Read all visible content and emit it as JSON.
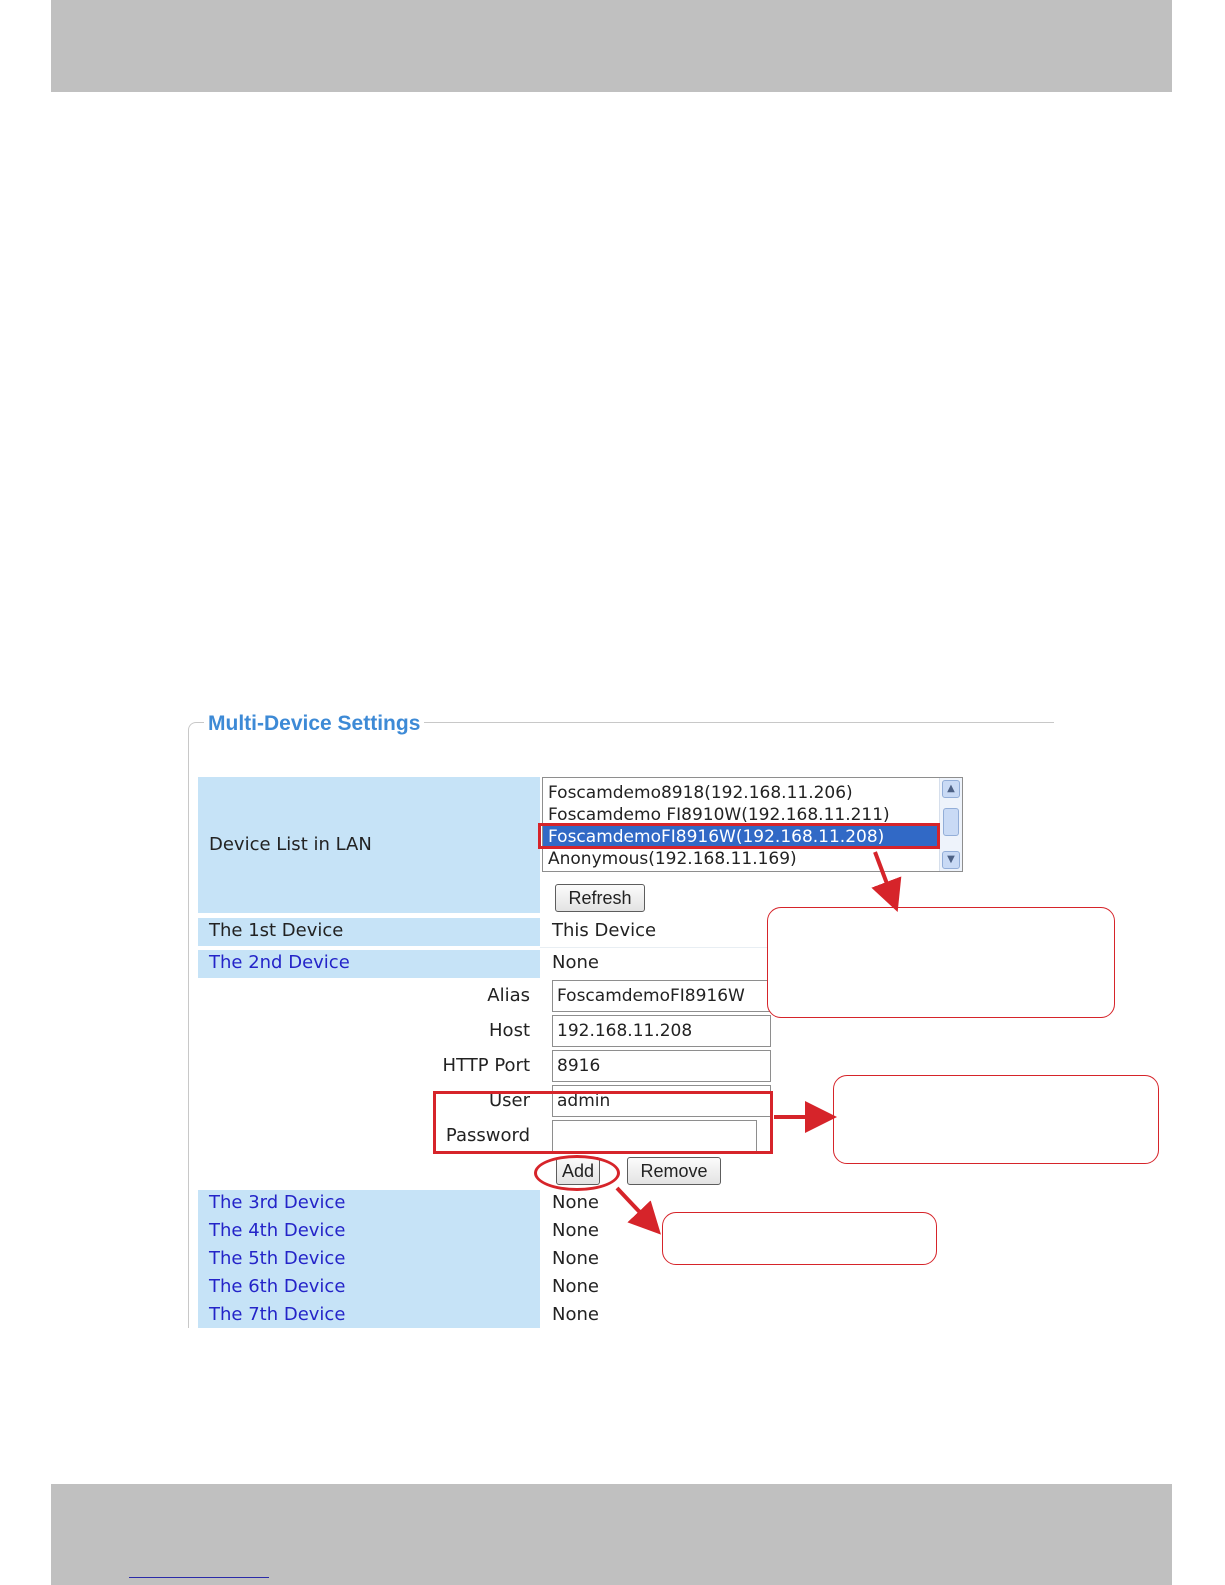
{
  "panel": {
    "title": "Multi-Device Settings"
  },
  "device_list": {
    "label": "Device List in LAN",
    "options": [
      "Foscamdemo8918(192.168.11.206)",
      "Foscamdemo FI8910W(192.168.11.211)",
      "FoscamdemoFI8916W(192.168.11.208)",
      "Anonymous(192.168.11.169)"
    ],
    "selected_index": 2,
    "refresh_label": "Refresh"
  },
  "devices": [
    {
      "label": "The 1st Device",
      "value": "This Device"
    },
    {
      "label": "The 2nd Device",
      "value": "None"
    },
    {
      "label": "The 3rd Device",
      "value": "None"
    },
    {
      "label": "The 4th Device",
      "value": "None"
    },
    {
      "label": "The 5th Device",
      "value": "None"
    },
    {
      "label": "The 6th Device",
      "value": "None"
    },
    {
      "label": "The 7th Device",
      "value": "None"
    }
  ],
  "form": {
    "alias_label": "Alias",
    "alias_value": "FoscamdemoFI8916W",
    "host_label": "Host",
    "host_value": "192.168.11.208",
    "port_label": "HTTP Port",
    "port_value": "8916",
    "user_label": "User",
    "user_value": "admin",
    "password_label": "Password",
    "password_value": "",
    "add_label": "Add",
    "remove_label": "Remove"
  },
  "icons": {
    "scroll_up": "chevron-up-icon",
    "scroll_down": "chevron-down-icon"
  },
  "colors": {
    "accent_title": "#3d8ad6",
    "label_bg": "#c6e3f7",
    "selection": "#3169c6",
    "annotation": "#d6242a"
  }
}
